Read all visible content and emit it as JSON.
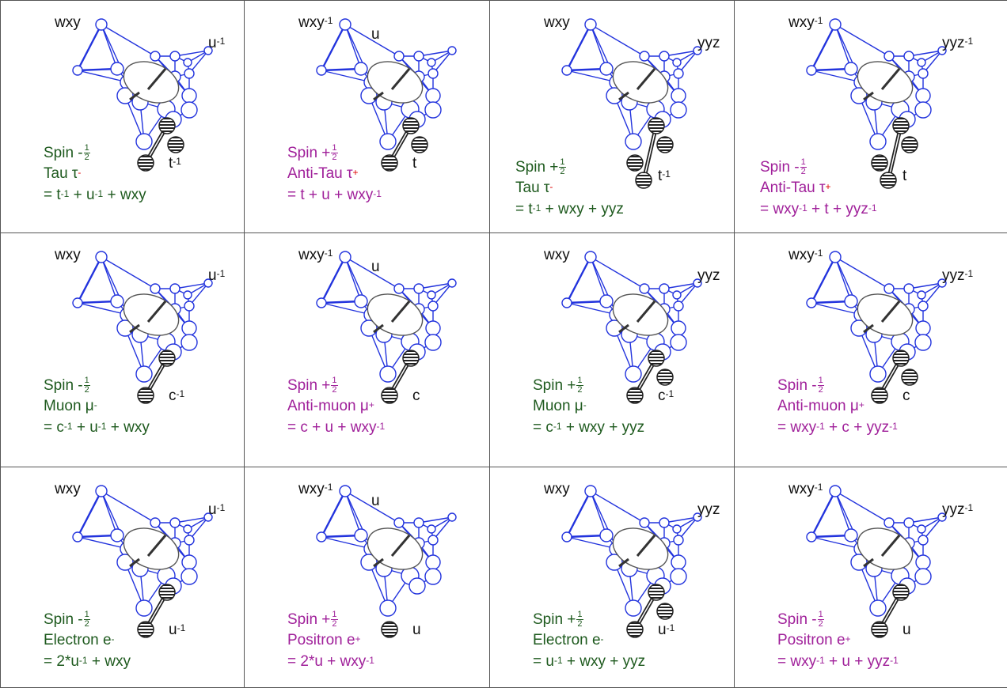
{
  "colors": {
    "green": "#1e5a1e",
    "purple": "#a0209a",
    "red": "#e00000",
    "network": "#2233dd"
  },
  "cells": [
    {
      "color": "green",
      "left_label": "wxy",
      "left_sup": "",
      "right_label": "u",
      "right_sup": "-1",
      "right_pos": "corner",
      "bottom_label": "t",
      "bottom_sup": "-1",
      "spin": "Spin -",
      "spin_num": "1",
      "spin_den": "2",
      "name": "Tau τ",
      "name_sup": "-",
      "name_sup_red": true,
      "formula": [
        {
          "t": "= t"
        },
        {
          "s": "-1"
        },
        {
          "t": " + u"
        },
        {
          "s": "-1"
        },
        {
          "t": " + wxy"
        }
      ],
      "balls": 3
    },
    {
      "color": "purple",
      "left_label": "wxy",
      "left_sup": "-1",
      "right_label": "u",
      "right_sup": "",
      "right_pos": "inner",
      "bottom_label": "t",
      "bottom_sup": "",
      "spin": "Spin +",
      "spin_num": "1",
      "spin_den": "2",
      "name": "Anti-Tau τ",
      "name_sup": "+",
      "name_sup_red": true,
      "formula": [
        {
          "t": "= t + u + wxy"
        },
        {
          "s": "-1"
        }
      ],
      "balls": 3
    },
    {
      "color": "green",
      "left_label": "wxy",
      "left_sup": "",
      "right_label": "yyz",
      "right_sup": "",
      "right_pos": "corner",
      "bottom_label": "t",
      "bottom_sup": "-1",
      "spin": "Spin +",
      "spin_num": "1",
      "spin_den": "2",
      "name": "Tau τ",
      "name_sup": "-",
      "name_sup_red": true,
      "formula": [
        {
          "t": "= t"
        },
        {
          "s": "-1"
        },
        {
          "t": " + wxy + yyz"
        }
      ],
      "balls": 4
    },
    {
      "color": "purple",
      "left_label": "wxy",
      "left_sup": "-1",
      "right_label": "yyz",
      "right_sup": "-1",
      "right_pos": "corner",
      "bottom_label": "t",
      "bottom_sup": "",
      "spin": "Spin -",
      "spin_num": "1",
      "spin_den": "2",
      "name": "Anti-Tau τ",
      "name_sup": "+",
      "name_sup_red": true,
      "formula": [
        {
          "t": "= wxy"
        },
        {
          "s": "-1"
        },
        {
          "t": " + t + yyz"
        },
        {
          "s": "-1"
        }
      ],
      "balls": 4
    },
    {
      "color": "green",
      "left_label": "wxy",
      "left_sup": "",
      "right_label": "u",
      "right_sup": "-1",
      "right_pos": "corner",
      "bottom_label": "c",
      "bottom_sup": "-1",
      "spin": "Spin -",
      "spin_num": "1",
      "spin_den": "2",
      "name": "Muon μ",
      "name_sup": "-",
      "name_sup_red": false,
      "formula": [
        {
          "t": "= c"
        },
        {
          "s": "-1"
        },
        {
          "t": " + u"
        },
        {
          "s": "-1"
        },
        {
          "t": " + wxy"
        }
      ],
      "balls": 2
    },
    {
      "color": "purple",
      "left_label": "wxy",
      "left_sup": "-1",
      "right_label": "u",
      "right_sup": "",
      "right_pos": "inner",
      "bottom_label": "c",
      "bottom_sup": "",
      "spin": "Spin +",
      "spin_num": "1",
      "spin_den": "2",
      "name": "Anti-muon μ",
      "name_sup": "+",
      "name_sup_red": false,
      "formula": [
        {
          "t": "= c + u + wxy"
        },
        {
          "s": "-1"
        }
      ],
      "balls": 2
    },
    {
      "color": "green",
      "left_label": "wxy",
      "left_sup": "",
      "right_label": "yyz",
      "right_sup": "",
      "right_pos": "corner",
      "bottom_label": "c",
      "bottom_sup": "-1",
      "spin": "Spin +",
      "spin_num": "1",
      "spin_den": "2",
      "name": "Muon μ",
      "name_sup": "-",
      "name_sup_red": false,
      "formula": [
        {
          "t": "= c"
        },
        {
          "s": "-1"
        },
        {
          "t": " + wxy + yyz"
        }
      ],
      "balls": 3
    },
    {
      "color": "purple",
      "left_label": "wxy",
      "left_sup": "-1",
      "right_label": "yyz",
      "right_sup": "-1",
      "right_pos": "corner",
      "bottom_label": "c",
      "bottom_sup": "",
      "spin": "Spin -",
      "spin_num": "1",
      "spin_den": "2",
      "name": "Anti-muon μ",
      "name_sup": "+",
      "name_sup_red": false,
      "formula": [
        {
          "t": "= wxy"
        },
        {
          "s": "-1"
        },
        {
          "t": " + c + yyz"
        },
        {
          "s": "-1"
        }
      ],
      "balls": 3
    },
    {
      "color": "green",
      "left_label": "wxy",
      "left_sup": "",
      "right_label": "u",
      "right_sup": "-1",
      "right_pos": "corner",
      "bottom_label": "u",
      "bottom_sup": "-1",
      "spin": "Spin -",
      "spin_num": "1",
      "spin_den": "2",
      "name": "Electron e",
      "name_sup": "-",
      "name_sup_red": false,
      "formula": [
        {
          "t": "= 2*u"
        },
        {
          "s": "-1"
        },
        {
          "t": " + wxy"
        }
      ],
      "balls": 2
    },
    {
      "color": "purple",
      "left_label": "wxy",
      "left_sup": "-1",
      "right_label": "u",
      "right_sup": "",
      "right_pos": "inner",
      "bottom_label": "u",
      "bottom_sup": "",
      "spin": "Spin +",
      "spin_num": "1",
      "spin_den": "2",
      "name": "Positron e",
      "name_sup": "+",
      "name_sup_red": false,
      "formula": [
        {
          "t": "= 2*u + wxy"
        },
        {
          "s": "-1"
        }
      ],
      "balls": 1
    },
    {
      "color": "green",
      "left_label": "wxy",
      "left_sup": "",
      "right_label": "yyz",
      "right_sup": "",
      "right_pos": "corner",
      "bottom_label": "u",
      "bottom_sup": "-1",
      "spin": "Spin +",
      "spin_num": "1",
      "spin_den": "2",
      "name": "Electron e",
      "name_sup": "-",
      "name_sup_red": false,
      "formula": [
        {
          "t": "= u"
        },
        {
          "s": "-1"
        },
        {
          "t": " + wxy + yyz"
        }
      ],
      "balls": 3
    },
    {
      "color": "purple",
      "left_label": "wxy",
      "left_sup": "-1",
      "right_label": "yyz",
      "right_sup": "-1",
      "right_pos": "corner",
      "bottom_label": "u",
      "bottom_sup": "",
      "spin": "Spin -",
      "spin_num": "1",
      "spin_den": "2",
      "name": "Positron e",
      "name_sup": "+",
      "name_sup_red": false,
      "formula": [
        {
          "t": "= wxy"
        },
        {
          "s": "-1"
        },
        {
          "t": " + u + yyz"
        },
        {
          "s": "-1"
        }
      ],
      "balls": 2
    }
  ]
}
